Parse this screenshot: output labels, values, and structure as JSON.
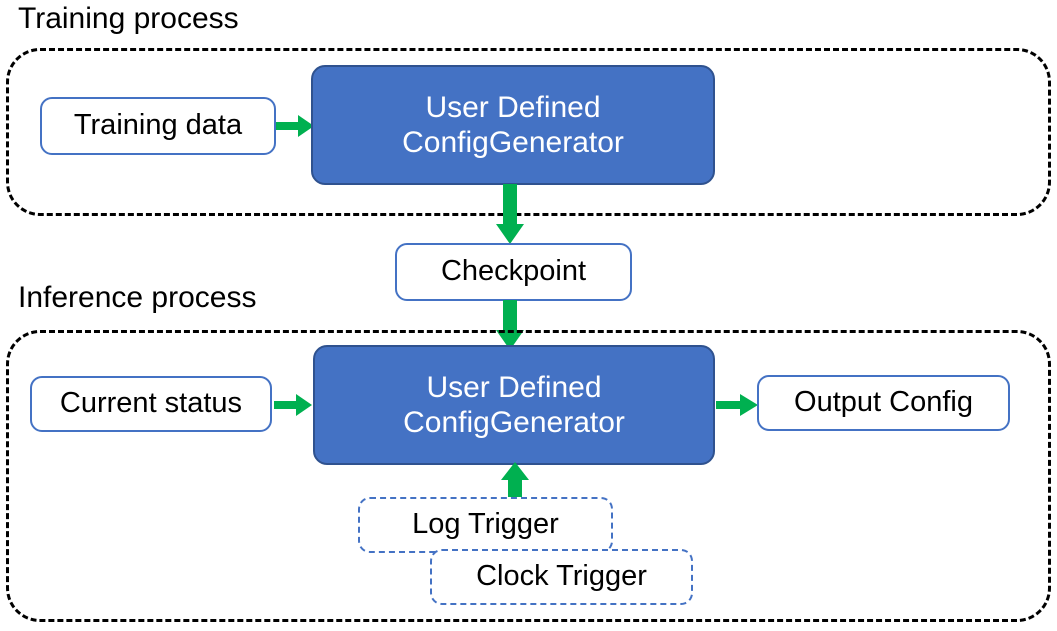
{
  "diagram": {
    "title_groups": [
      {
        "id": "training",
        "label": "Training process"
      },
      {
        "id": "inference",
        "label": "Inference process"
      }
    ],
    "colors": {
      "accent_blue_fill": "#4472C4",
      "accent_blue_border": "#2F528F",
      "node_border_blue": "#4472C4",
      "arrow_green": "#00B050",
      "container_dash": "#000000",
      "text_dark": "#000000",
      "text_light": "#FFFFFF",
      "background": "#FFFFFF"
    },
    "training": {
      "label": "Training process",
      "input_node": "Training data",
      "process_node_line1": "User Defined",
      "process_node_line2": "ConfigGenerator"
    },
    "checkpoint": {
      "label": "Checkpoint"
    },
    "inference": {
      "label": "Inference process",
      "input_node": "Current status",
      "process_node_line1": "User Defined",
      "process_node_line2": "ConfigGenerator",
      "output_node": "Output Config",
      "triggers": [
        {
          "label": "Log Trigger"
        },
        {
          "label": "Clock Trigger"
        }
      ]
    },
    "edges": [
      {
        "from": "Training data",
        "to": "User Defined ConfigGenerator",
        "direction": "right"
      },
      {
        "from": "User Defined ConfigGenerator",
        "to": "Checkpoint",
        "direction": "down"
      },
      {
        "from": "Checkpoint",
        "to": "User Defined ConfigGenerator",
        "direction": "down"
      },
      {
        "from": "Current status",
        "to": "User Defined ConfigGenerator",
        "direction": "right"
      },
      {
        "from": "User Defined ConfigGenerator",
        "to": "Output Config",
        "direction": "right"
      },
      {
        "from": "Log Trigger",
        "to": "User Defined ConfigGenerator",
        "direction": "up"
      }
    ]
  }
}
